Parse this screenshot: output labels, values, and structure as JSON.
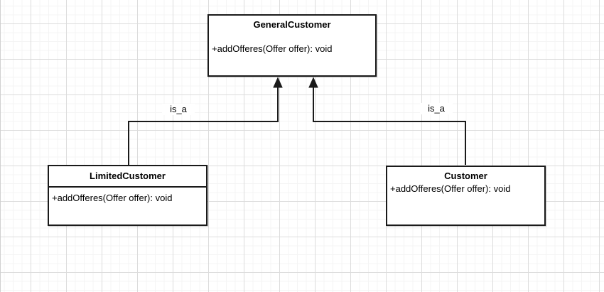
{
  "diagram": {
    "classes": [
      {
        "name": "GeneralCustomer",
        "method": "+addOfferes(Offer offer): void"
      },
      {
        "name": "LimitedCustomer",
        "method": "+addOfferes(Offer offer): void"
      },
      {
        "name": "Customer",
        "method": "+addOfferes(Offer offer): void"
      }
    ],
    "relationships": [
      {
        "label": "is_a",
        "from": "LimitedCustomer",
        "to": "GeneralCustomer"
      },
      {
        "label": "is_a",
        "from": "Customer",
        "to": "GeneralCustomer"
      }
    ],
    "colors": {
      "stroke": "#1a1a1a",
      "node_fill": "#ffffff",
      "text": "#000000",
      "grid_minor": "#f4f4f4",
      "grid_major": "#dcdcdc",
      "background": "#ffffff"
    }
  }
}
